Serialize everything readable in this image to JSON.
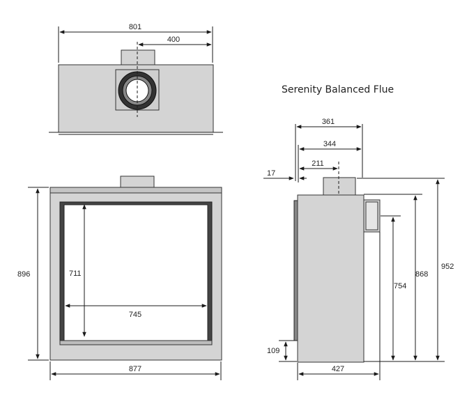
{
  "title": "Serenity Balanced Flue",
  "colors": {
    "body_fill": "#d4d4d4",
    "outline": "#333333",
    "glass_fill": "#ffffff",
    "dimension_line": "#1a1a1a"
  },
  "top_view": {
    "overall_width": "801",
    "flue_offset": "400"
  },
  "front_view": {
    "overall_height": "896",
    "glass_height": "711",
    "glass_width": "745",
    "overall_width": "877"
  },
  "side_view": {
    "depth_to_flue_back": "361",
    "depth_to_flue_front": "344",
    "flue_center": "211",
    "front_offset": "17",
    "flue_top_height": "952",
    "body_height": "868",
    "side_outlet_height": "754",
    "base_height": "109",
    "overall_depth": "427"
  }
}
